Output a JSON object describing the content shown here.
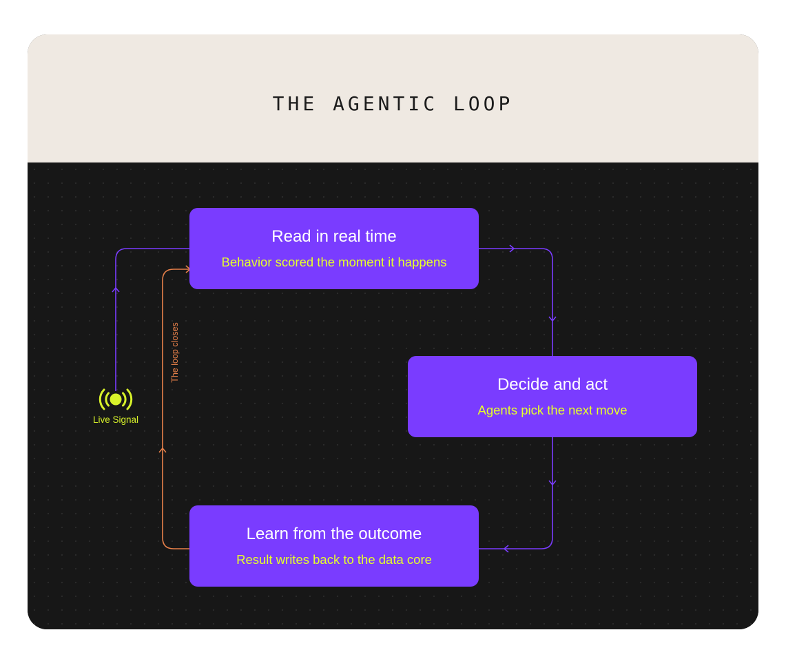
{
  "header": {
    "title": "THE AGENTIC LOOP"
  },
  "nodes": [
    {
      "title": "Read in real time",
      "subtitle": "Behavior scored the moment it happens"
    },
    {
      "title": "Decide and act",
      "subtitle": "Agents pick the next move"
    },
    {
      "title": "Learn from the outcome",
      "subtitle": "Result writes back to the data core"
    }
  ],
  "signal": {
    "label": "Live Signal"
  },
  "loop": {
    "label": "The loop closes"
  },
  "colors": {
    "header_bg": "#efe9e2",
    "panel_bg": "#171717",
    "node_fill": "#7a3cff",
    "node_title": "#ffffff",
    "node_subtitle": "#e6ff2b",
    "flow_line": "#7a3cff",
    "loop_line": "#e8814a",
    "signal": "#d8f22a"
  },
  "icons": {
    "signal": "broadcast-signal-icon"
  }
}
